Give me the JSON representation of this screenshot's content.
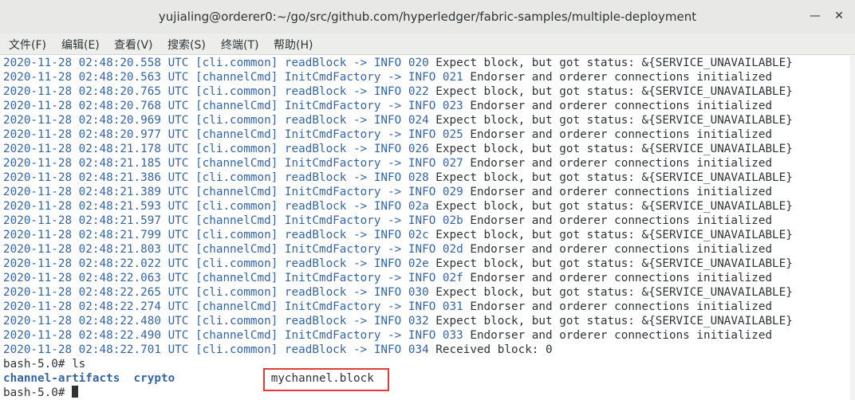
{
  "window": {
    "title": "yujialing@orderer0:~/go/src/github.com/hyperledger/fabric-samples/multiple-deployment",
    "minimize_icon": "minimize-icon",
    "close_icon": "close-icon"
  },
  "menu": [
    {
      "label": "文件(F)"
    },
    {
      "label": "编辑(E)"
    },
    {
      "label": "查看(V)"
    },
    {
      "label": "搜索(S)"
    },
    {
      "label": "终端(T)"
    },
    {
      "label": "帮助(H)"
    }
  ],
  "log_lines": [
    {
      "ts": "2020-11-28 02:48:20.558 UTC",
      "mod": "[cli.common]",
      "func": "readBlock",
      "lvl": "-> INFO 020",
      "msg": "Expect block, but got status: &{SERVICE_UNAVAILABLE}"
    },
    {
      "ts": "2020-11-28 02:48:20.563 UTC",
      "mod": "[channelCmd]",
      "func": "InitCmdFactory",
      "lvl": "-> INFO 021",
      "msg": "Endorser and orderer connections initialized"
    },
    {
      "ts": "2020-11-28 02:48:20.765 UTC",
      "mod": "[cli.common]",
      "func": "readBlock",
      "lvl": "-> INFO 022",
      "msg": "Expect block, but got status: &{SERVICE_UNAVAILABLE}"
    },
    {
      "ts": "2020-11-28 02:48:20.768 UTC",
      "mod": "[channelCmd]",
      "func": "InitCmdFactory",
      "lvl": "-> INFO 023",
      "msg": "Endorser and orderer connections initialized"
    },
    {
      "ts": "2020-11-28 02:48:20.969 UTC",
      "mod": "[cli.common]",
      "func": "readBlock",
      "lvl": "-> INFO 024",
      "msg": "Expect block, but got status: &{SERVICE_UNAVAILABLE}"
    },
    {
      "ts": "2020-11-28 02:48:20.977 UTC",
      "mod": "[channelCmd]",
      "func": "InitCmdFactory",
      "lvl": "-> INFO 025",
      "msg": "Endorser and orderer connections initialized"
    },
    {
      "ts": "2020-11-28 02:48:21.178 UTC",
      "mod": "[cli.common]",
      "func": "readBlock",
      "lvl": "-> INFO 026",
      "msg": "Expect block, but got status: &{SERVICE_UNAVAILABLE}"
    },
    {
      "ts": "2020-11-28 02:48:21.185 UTC",
      "mod": "[channelCmd]",
      "func": "InitCmdFactory",
      "lvl": "-> INFO 027",
      "msg": "Endorser and orderer connections initialized"
    },
    {
      "ts": "2020-11-28 02:48:21.386 UTC",
      "mod": "[cli.common]",
      "func": "readBlock",
      "lvl": "-> INFO 028",
      "msg": "Expect block, but got status: &{SERVICE_UNAVAILABLE}"
    },
    {
      "ts": "2020-11-28 02:48:21.389 UTC",
      "mod": "[channelCmd]",
      "func": "InitCmdFactory",
      "lvl": "-> INFO 029",
      "msg": "Endorser and orderer connections initialized"
    },
    {
      "ts": "2020-11-28 02:48:21.593 UTC",
      "mod": "[cli.common]",
      "func": "readBlock",
      "lvl": "-> INFO 02a",
      "msg": "Expect block, but got status: &{SERVICE_UNAVAILABLE}"
    },
    {
      "ts": "2020-11-28 02:48:21.597 UTC",
      "mod": "[channelCmd]",
      "func": "InitCmdFactory",
      "lvl": "-> INFO 02b",
      "msg": "Endorser and orderer connections initialized"
    },
    {
      "ts": "2020-11-28 02:48:21.799 UTC",
      "mod": "[cli.common]",
      "func": "readBlock",
      "lvl": "-> INFO 02c",
      "msg": "Expect block, but got status: &{SERVICE_UNAVAILABLE}"
    },
    {
      "ts": "2020-11-28 02:48:21.803 UTC",
      "mod": "[channelCmd]",
      "func": "InitCmdFactory",
      "lvl": "-> INFO 02d",
      "msg": "Endorser and orderer connections initialized"
    },
    {
      "ts": "2020-11-28 02:48:22.022 UTC",
      "mod": "[cli.common]",
      "func": "readBlock",
      "lvl": "-> INFO 02e",
      "msg": "Expect block, but got status: &{SERVICE_UNAVAILABLE}"
    },
    {
      "ts": "2020-11-28 02:48:22.063 UTC",
      "mod": "[channelCmd]",
      "func": "InitCmdFactory",
      "lvl": "-> INFO 02f",
      "msg": "Endorser and orderer connections initialized"
    },
    {
      "ts": "2020-11-28 02:48:22.265 UTC",
      "mod": "[cli.common]",
      "func": "readBlock",
      "lvl": "-> INFO 030",
      "msg": "Expect block, but got status: &{SERVICE_UNAVAILABLE}"
    },
    {
      "ts": "2020-11-28 02:48:22.274 UTC",
      "mod": "[channelCmd]",
      "func": "InitCmdFactory",
      "lvl": "-> INFO 031",
      "msg": "Endorser and orderer connections initialized"
    },
    {
      "ts": "2020-11-28 02:48:22.480 UTC",
      "mod": "[cli.common]",
      "func": "readBlock",
      "lvl": "-> INFO 032",
      "msg": "Expect block, but got status: &{SERVICE_UNAVAILABLE}"
    },
    {
      "ts": "2020-11-28 02:48:22.490 UTC",
      "mod": "[channelCmd]",
      "func": "InitCmdFactory",
      "lvl": "-> INFO 033",
      "msg": "Endorser and orderer connections initialized"
    },
    {
      "ts": "2020-11-28 02:48:22.701 UTC",
      "mod": "[cli.common]",
      "func": "readBlock",
      "lvl": "-> INFO 034",
      "msg": "Received block: 0"
    }
  ],
  "shell": {
    "prompt": "bash-5.0#",
    "command": "ls",
    "ls_dirs": [
      "channel-artifacts",
      "crypto"
    ],
    "ls_file": "mychannel.block"
  },
  "colors": {
    "info_blue": "#3465a4",
    "text": "#2e3436",
    "highlight_red": "#e53935"
  }
}
